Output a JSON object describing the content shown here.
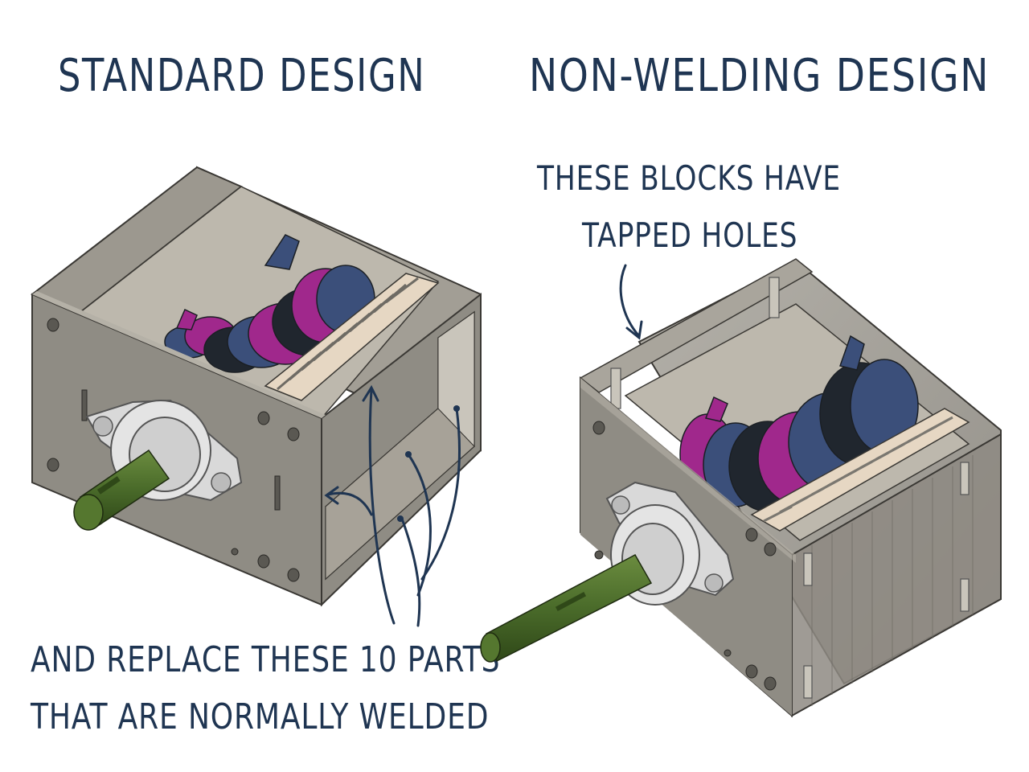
{
  "titles": {
    "left": "STANDARD DESIGN",
    "right": "NON-WELDING DESIGN"
  },
  "notes": {
    "top_line1": "THESE BLOCKS HAVE",
    "top_line2": "TAPPED HOLES",
    "bottom_line1": "AND REPLACE THESE 10 PARTS",
    "bottom_line2": "THAT ARE NORMALLY WELDED"
  },
  "colors": {
    "ink": "#1f3552",
    "housing": "#8f8c84",
    "housing_dark": "#6e6b64",
    "housing_light": "#b5b1a7",
    "shaft": "#4a6b2a",
    "bearing": "#d9d9d9",
    "blade_magenta": "#a0288c",
    "blade_blue": "#3b4f7a",
    "blade_dark": "#20262e",
    "spacer": "#e6d7c3"
  }
}
